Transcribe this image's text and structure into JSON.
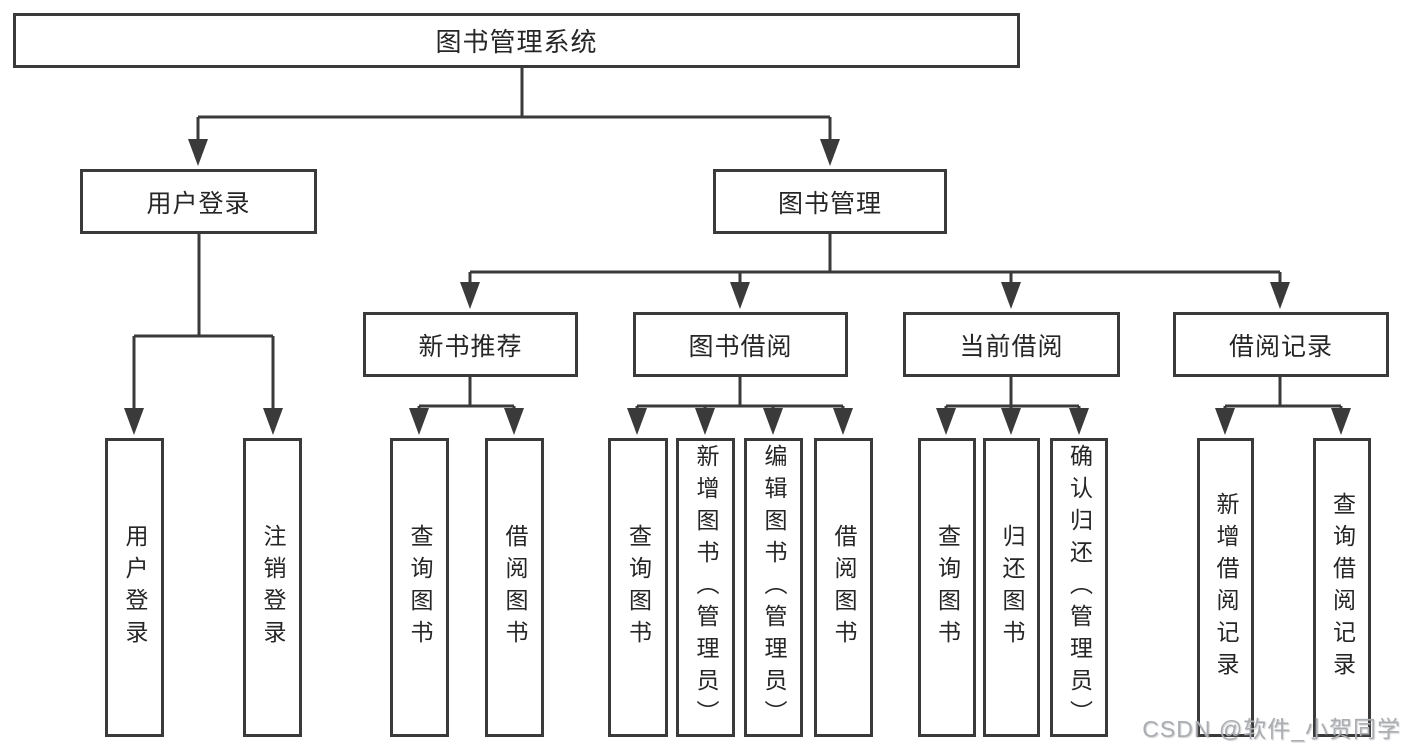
{
  "tree": {
    "label": "图书管理系统",
    "children": [
      {
        "label": "用户登录",
        "children": [
          {
            "label": "用户登录"
          },
          {
            "label": "注销登录"
          }
        ]
      },
      {
        "label": "图书管理",
        "children": [
          {
            "label": "新书推荐",
            "children": [
              {
                "label": "查询图书"
              },
              {
                "label": "借阅图书"
              }
            ]
          },
          {
            "label": "图书借阅",
            "children": [
              {
                "label": "查询图书"
              },
              {
                "label": "新增图书（管理员）"
              },
              {
                "label": "编辑图书（管理员）"
              },
              {
                "label": "借阅图书"
              }
            ]
          },
          {
            "label": "当前借阅",
            "children": [
              {
                "label": "查询图书"
              },
              {
                "label": "归还图书"
              },
              {
                "label": "确认归还（管理员）"
              }
            ]
          },
          {
            "label": "借阅记录",
            "children": [
              {
                "label": "新增借阅记录"
              },
              {
                "label": "查询借阅记录"
              }
            ]
          }
        ]
      }
    ]
  },
  "watermark": "CSDN @软件_小贺同学",
  "colors": {
    "line": "#3a3a3a",
    "box_border": "#3a3a3a",
    "box_background": "#ffffff",
    "text": "#262626",
    "watermark": "#aaadb2"
  }
}
